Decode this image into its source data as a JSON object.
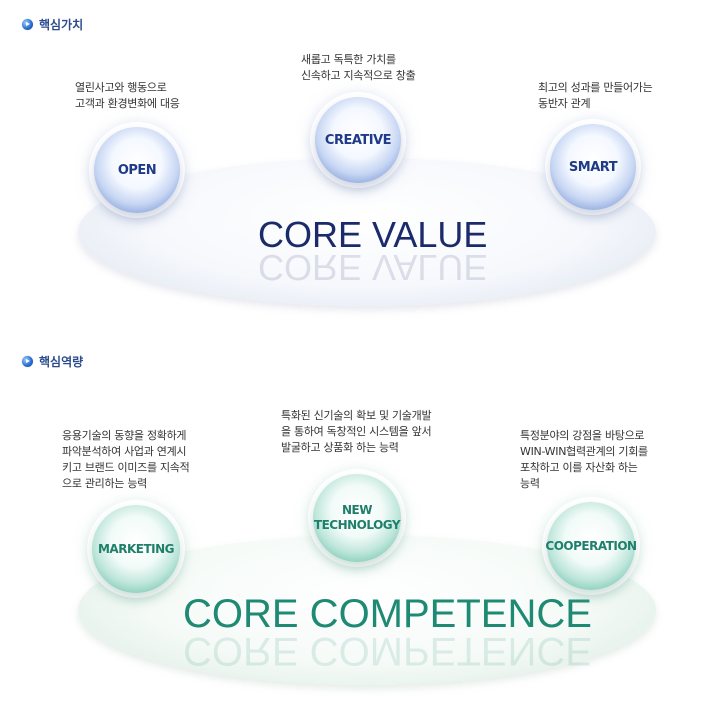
{
  "core_value": {
    "heading": "핵심가치",
    "title": "CORE VALUE",
    "items": [
      {
        "label": "OPEN",
        "description": "열린사고와 행동으로\n고객과 환경변화에 대응"
      },
      {
        "label": "CREATIVE",
        "description": "새롭고 독특한 가치를\n신속하고 지속적으로 창출"
      },
      {
        "label": "SMART",
        "description": "최고의 성과를 만들어가는\n동반자 관계"
      }
    ]
  },
  "core_competence": {
    "heading": "핵심역량",
    "title": "CORE COMPETENCE",
    "items": [
      {
        "label": "MARKETING",
        "description": "응용기술의 동향을 정확하게\n파악분석하여 사업과 연계시\n키고 브랜드 이미즈를 지속적\n으로 관리하는 능력"
      },
      {
        "label": "NEW\nTECHNOLOGY",
        "description": "특화된 신기술의 확보 및 기술개발\n을 통하여 독창적인 시스템을 앞서\n발굴하고 상품화 하는 능력"
      },
      {
        "label": "COOPERATION",
        "description": "특정분야의 강점을 바탕으로\nWIN-WIN협력관계의 기회를\n포착하고 이를 자산화 하는\n능력"
      }
    ]
  },
  "colors": {
    "value_accent": "#1b2a6b",
    "competence_accent": "#1f8a73",
    "heading": "#2c4b8f"
  },
  "icons": {
    "bullet": "circle-arrow-icon"
  }
}
